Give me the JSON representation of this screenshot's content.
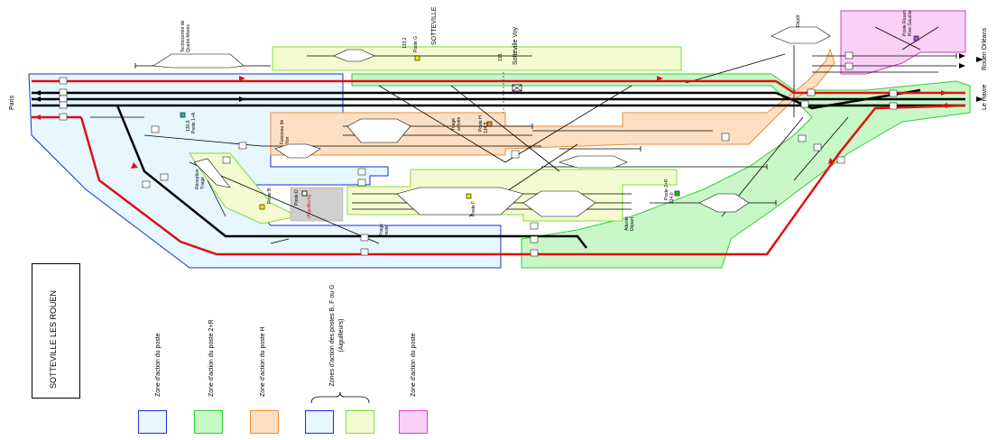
{
  "title": "SOTTEVILLE LES ROUEN",
  "places": {
    "paris": "Paris",
    "rouen_orleans": "Rouen Orléans",
    "le_havre": "Le Havre",
    "sotteville": "SOTTEVILLE",
    "sotteville_voy": "Sotteville Voy",
    "technicentre": "Technicentre de Quatre-Mares",
    "depot": "Dépôt"
  },
  "postes": {
    "poste_g": "Poste G",
    "poste_1a": "Poste 1+A",
    "poste_b": "Poste B",
    "poste_d": "Poste D",
    "poste_d_note": "(Aiguilleurs)",
    "poste_f": "Poste F",
    "poste_h": "Poste H",
    "poste_2r": "Poste 2+R",
    "poste_rive_gauche": "Poste Rouen Rive Gauche"
  },
  "zones_labels": {
    "faisceau": "Faisceau de Yon",
    "triage_arrivee": "Triage arrivée",
    "triage_reception": "Réception Triage",
    "triage_mixte": "Triage mixte",
    "attente_depart": "Attente Départ"
  },
  "km": {
    "k1332": "133,2",
    "k1305": "130,5",
    "k133": "133,",
    "k1345": "134,5",
    "k1340": "134,0"
  },
  "legend": [
    {
      "label": "Zone d'action du poste",
      "fill": "#e6f7ff",
      "border": "#1c2fd6"
    },
    {
      "label": "Zone d'action du poste 2+R",
      "fill": "#c8f7c8",
      "border": "#2fcf2f"
    },
    {
      "label": "Zone d'action du poste H",
      "fill": "#fde0c4",
      "border": "#f28a2e"
    },
    {
      "label": "Zones d'action des postes B, F ou G (Aiguilleurs)",
      "fill": "#e6f7ff",
      "border": "#1c2fd6"
    },
    {
      "label": "",
      "fill": "#f4fbd0",
      "border": "#7fdc3b"
    },
    {
      "label": "Zone d'action du poste",
      "fill": "#fbd0f7",
      "border": "#e23bd6"
    }
  ],
  "colors": {
    "main_line": "#e01010",
    "track": "#000000",
    "blue_zone": "#1c2fd6",
    "green_zone": "#2fcf2f",
    "orange_zone": "#f28a2e",
    "yellow_zone": "#8bd63a",
    "pink_zone": "#d63ac8"
  }
}
